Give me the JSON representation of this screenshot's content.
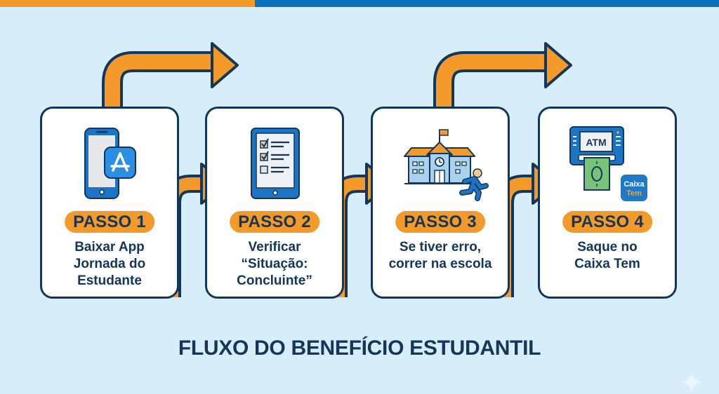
{
  "colors": {
    "background": "#d8edfa",
    "accent_orange": "#f39a2b",
    "accent_blue": "#0a72bd",
    "navy": "#13365a"
  },
  "title": "FLUXO DO BENEFÍCIO ESTUDANTIL",
  "steps": [
    {
      "label": "PASSO 1",
      "description_lines": [
        "Baixar App",
        "Jornada do",
        "Estudante"
      ],
      "icon": "smartphone-app-store-icon"
    },
    {
      "label": "PASSO 2",
      "description_lines": [
        "Verificar",
        "“Situação:",
        "Concluinte”"
      ],
      "icon": "tablet-checklist-icon"
    },
    {
      "label": "PASSO 3",
      "description_lines": [
        "Se tiver erro,",
        "correr na escola"
      ],
      "icon": "school-running-person-icon"
    },
    {
      "label": "PASSO 4",
      "description_lines": [
        "Saque no",
        "Caixa Tem"
      ],
      "icon": "atm-cash-icon",
      "icon_texts": {
        "atm": "ATM",
        "app_line1": "Caixa",
        "app_line2": "Tem"
      }
    }
  ]
}
